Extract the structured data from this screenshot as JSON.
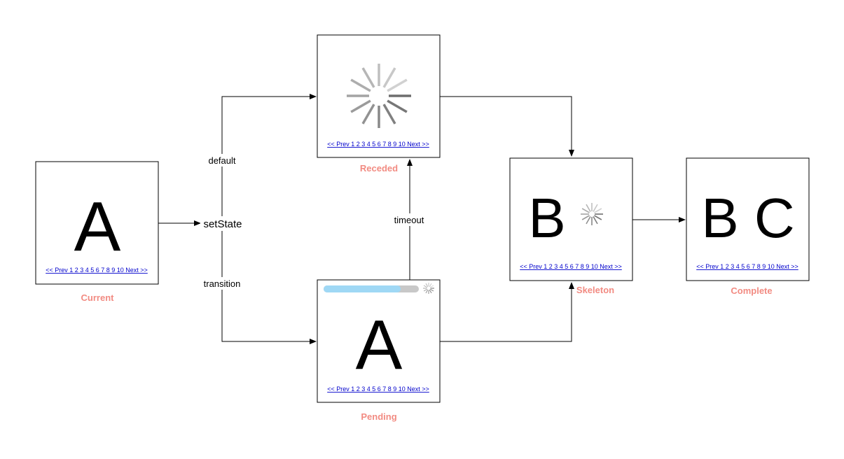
{
  "colors": {
    "state_label": "#f28b82",
    "link": "#0000cc",
    "progress_fill": "#9fd8f5",
    "progress_track": "#c8c8c8",
    "spinner": "#888888"
  },
  "states": {
    "current": {
      "label": "Current",
      "content": "A",
      "pager": "<< Prev 1 2 3 4 5 6 7 8 9 10 Next >>"
    },
    "receded": {
      "label": "Receded",
      "content": "",
      "pager": "<< Prev 1 2 3 4 5 6 7 8 9 10 Next >>",
      "icon": "spinner-icon"
    },
    "pending": {
      "label": "Pending",
      "content": "A",
      "pager": "<< Prev 1 2 3 4 5 6 7 8 9 10 Next >>",
      "progress": 0.81,
      "icon": "spinner-icon"
    },
    "skeleton": {
      "label": "Skeleton",
      "content": "B",
      "pager": "<< Prev 1 2 3 4 5 6 7 8 9 10 Next >>",
      "icon": "spinner-icon"
    },
    "complete": {
      "label": "Complete",
      "content": "B C",
      "pager": "<< Prev 1 2 3 4 5 6 7 8 9 10 Next >>"
    }
  },
  "edges": {
    "set_state": "setState",
    "default": "default",
    "transition": "transition",
    "timeout": "timeout"
  }
}
